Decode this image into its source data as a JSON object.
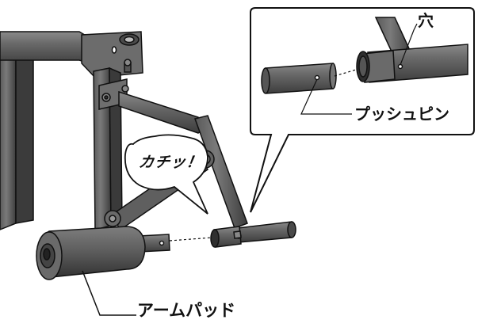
{
  "labels": {
    "hole": "穴",
    "push_pin": "プッシュピン",
    "arm_pad": "アームパッド",
    "click_sound": "カチッ！"
  },
  "colors": {
    "metal": "#6b6b6b",
    "metal_dark": "#3a3a3a",
    "outline": "#111111",
    "background": "#ffffff"
  }
}
